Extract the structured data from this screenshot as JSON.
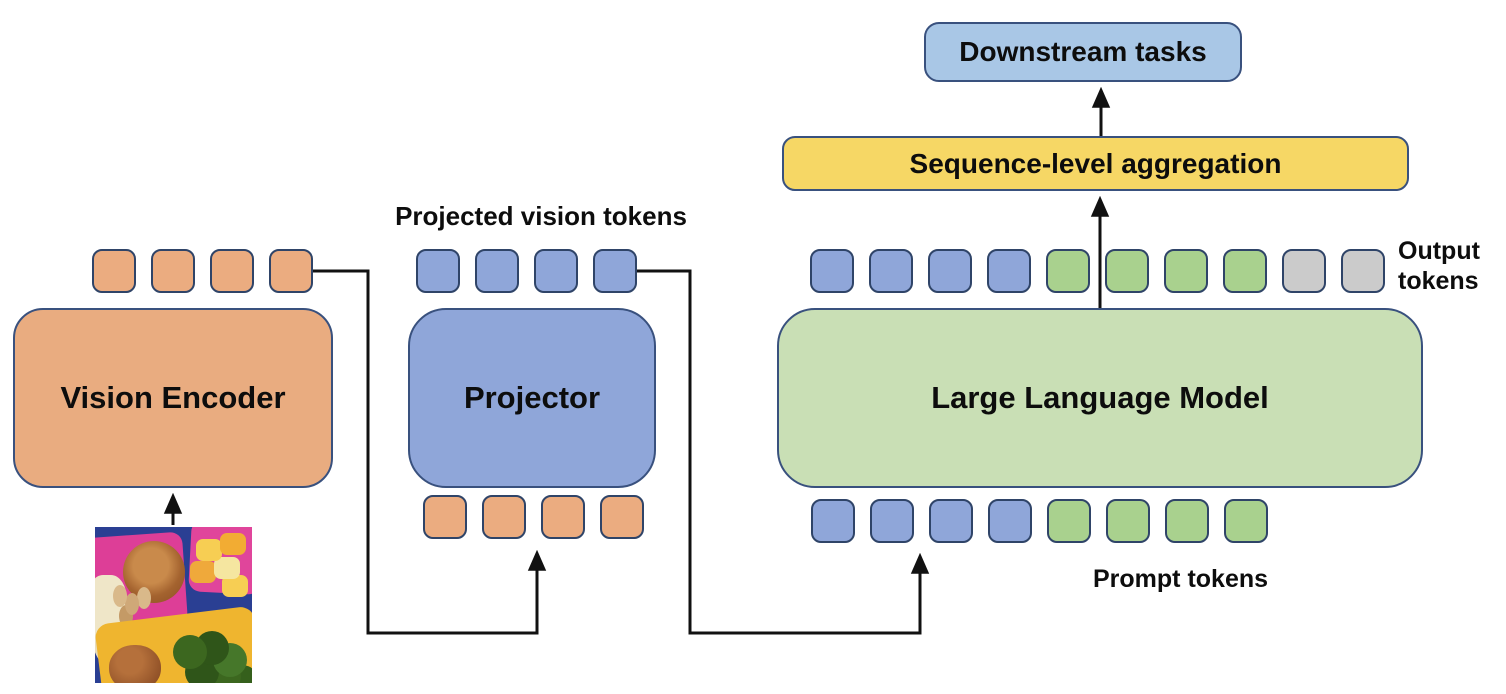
{
  "colors": {
    "token_orange": "#EBAC80",
    "token_blue": "#8FA6D9",
    "token_green": "#A9D18E",
    "token_gray": "#CBCBCB",
    "token_border": "#2F4468",
    "box_orange": "#E9AC80",
    "box_blue": "#8FA6D9",
    "box_green": "#C9DFB5",
    "box_lightblue": "#A9C7E6",
    "box_yellow": "#F6D765",
    "box_border": "#39517E",
    "arrow_black": "#111111"
  },
  "boxes": {
    "downstream": {
      "label": "Downstream tasks"
    },
    "aggregation": {
      "label": "Sequence-level aggregation"
    },
    "vision_encoder": {
      "label": "Vision Encoder"
    },
    "projector": {
      "label": "Projector"
    },
    "llm": {
      "label": "Large Language Model"
    }
  },
  "labels": {
    "projected_vision_tokens": "Projected vision tokens",
    "output_tokens": "Output tokens",
    "prompt_tokens": "Prompt tokens"
  },
  "token_rows": {
    "vision_output": [
      "orange",
      "orange",
      "orange",
      "orange"
    ],
    "projected": [
      "blue",
      "blue",
      "blue",
      "blue"
    ],
    "llm_output": [
      "blue",
      "blue",
      "blue",
      "blue",
      "green",
      "green",
      "green",
      "green",
      "gray",
      "gray"
    ],
    "projector_input": [
      "orange",
      "orange",
      "orange",
      "orange"
    ],
    "llm_prompt": [
      "blue",
      "blue",
      "blue",
      "blue",
      "green",
      "green",
      "green",
      "green"
    ]
  },
  "input_image": {
    "name": "bento-box-food-photo"
  }
}
